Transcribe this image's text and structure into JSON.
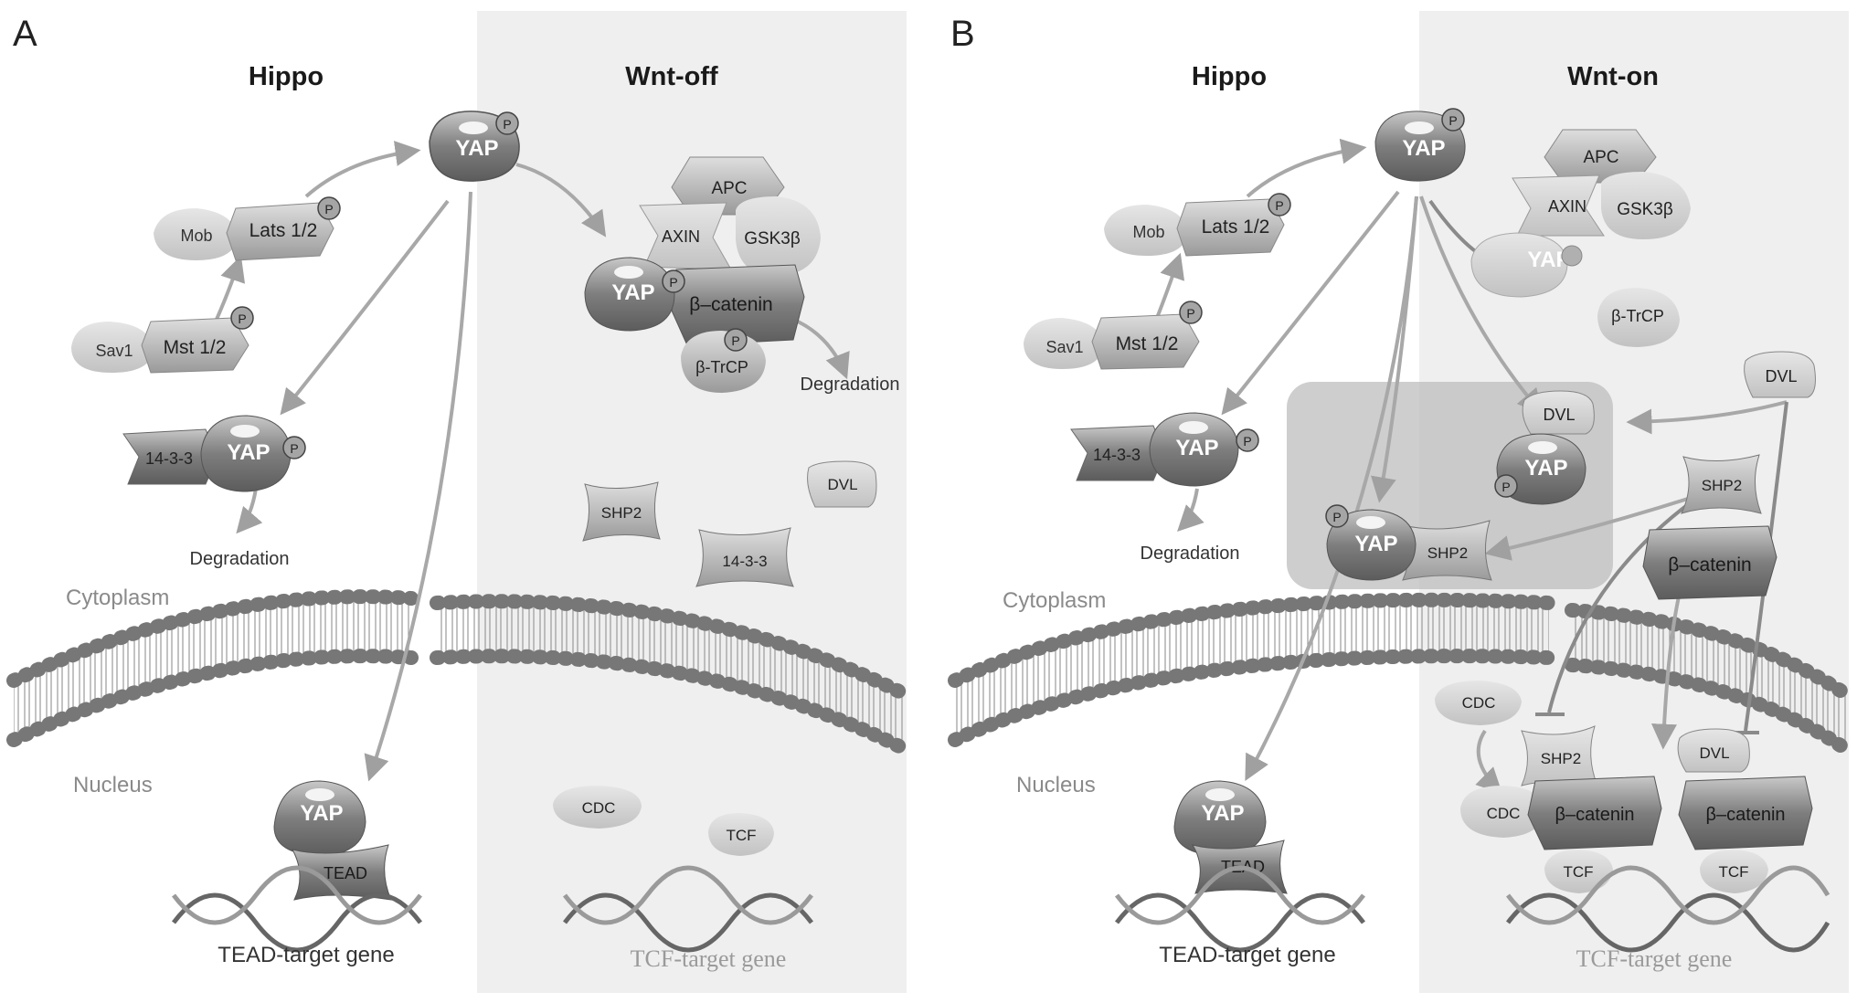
{
  "panels": [
    {
      "letter": "A",
      "left_title": "Hippo",
      "right_title": "Wnt-off",
      "cytoplasm": "Cytoplasm",
      "nucleus": "Nucleus",
      "tead_gene": "TEAD-target gene",
      "tcf_gene": "TCF-target gene",
      "proteins": {
        "yap": "YAP",
        "p": "P",
        "mob": "Mob",
        "lats": "Lats 1/2",
        "sav": "Sav1",
        "mst": "Mst 1/2",
        "f1433": "14-3-3",
        "degradation": "Degradation",
        "apc": "APC",
        "axin": "AXIN",
        "gsk": "GSK3β",
        "bcat": "β–catenin",
        "btrcp": "β-TrCP",
        "degradation2": "Degradation",
        "dvl": "DVL",
        "shp2": "SHP2",
        "f1433b": "14-3-3",
        "cdc": "CDC",
        "tcf": "TCF",
        "tead": "TEAD"
      }
    },
    {
      "letter": "B",
      "left_title": "Hippo",
      "right_title": "Wnt-on",
      "cytoplasm": "Cytoplasm",
      "nucleus": "Nucleus",
      "tead_gene": "TEAD-target gene",
      "tcf_gene": "TCF-target gene",
      "proteins": {
        "yap": "YAP",
        "p": "P",
        "mob": "Mob",
        "lats": "Lats 1/2",
        "sav": "Sav1",
        "mst": "Mst 1/2",
        "f1433": "14-3-3",
        "degradation": "Degradation",
        "apc": "APC",
        "axin": "AXIN",
        "gsk": "GSK3β",
        "btrcp": "β-TrCP",
        "dvl": "DVL",
        "shp2": "SHP2",
        "bcat": "β–catenin",
        "cdc": "CDC",
        "tcf": "TCF",
        "tead": "TEAD"
      }
    }
  ],
  "colors": {
    "wnt_bg": "#efefef",
    "protein_light": "#cfcfcf",
    "protein_mid": "#a9a9a9",
    "protein_dark": "#7d7d7d",
    "arrow": "#a8a8a8",
    "text_dark": "#1a1a1a",
    "text_grey": "#8a8a8a"
  }
}
